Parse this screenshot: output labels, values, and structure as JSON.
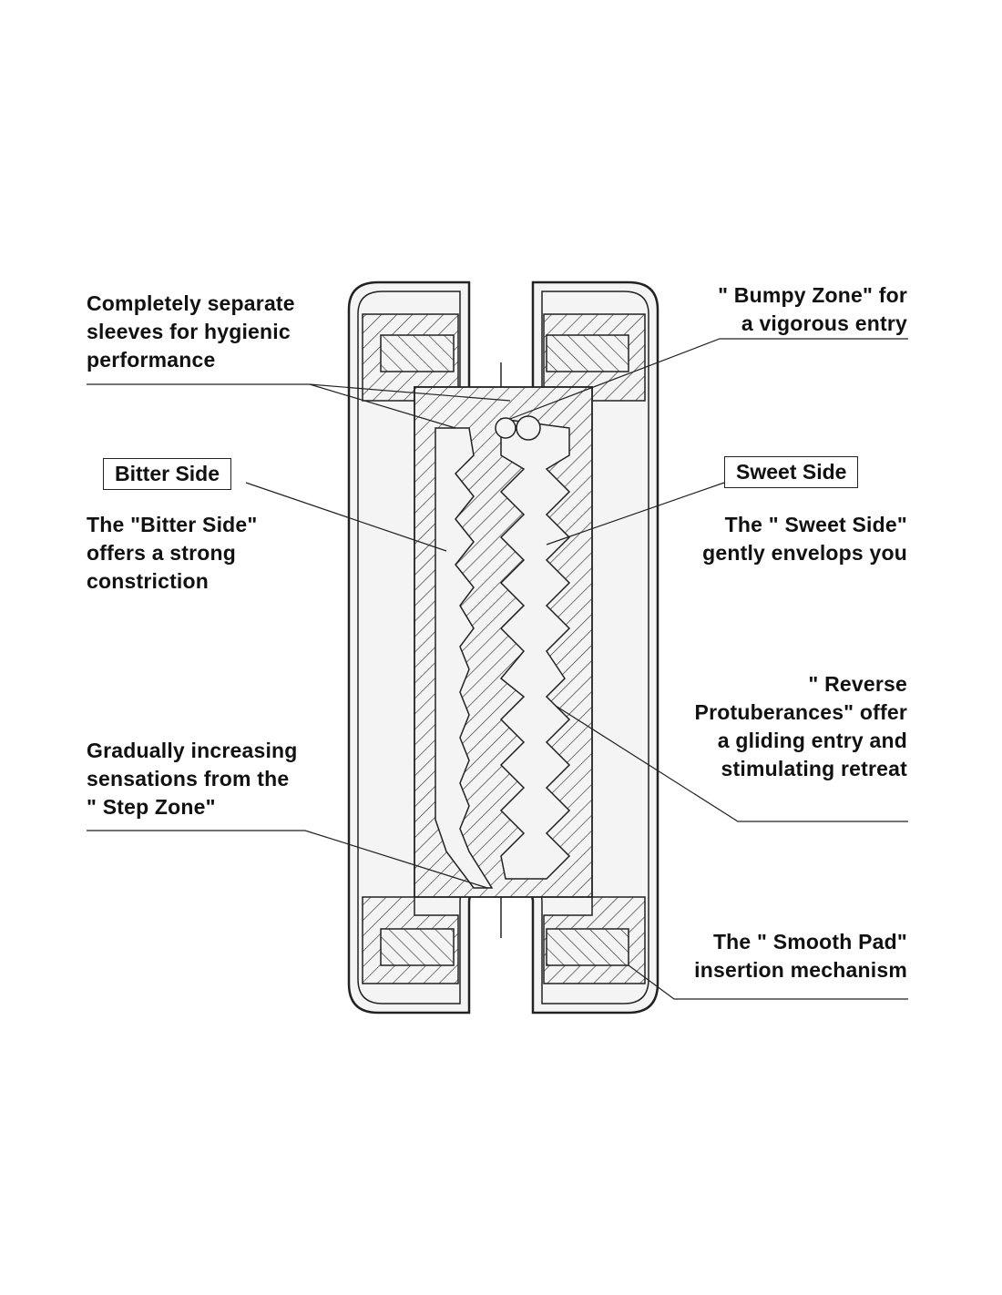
{
  "diagram": {
    "type": "technical cross-section",
    "side_labels": {
      "left": "Bitter Side",
      "right": "Sweet Side"
    },
    "callouts": [
      {
        "id": "sleeves",
        "lines": [
          "Completely separate",
          "sleeves for hygienic",
          "performance"
        ]
      },
      {
        "id": "bumpy-zone",
        "lines": [
          "\" Bumpy Zone\" for",
          "a vigorous entry"
        ]
      },
      {
        "id": "bitter-side-desc",
        "lines": [
          "The \"Bitter Side\"",
          "offers a strong",
          "constriction"
        ]
      },
      {
        "id": "sweet-side-desc",
        "lines": [
          "The \" Sweet Side\"",
          "gently envelops you"
        ]
      },
      {
        "id": "reverse-protuberances",
        "lines": [
          "\" Reverse",
          "Protuberances\" offer",
          "a gliding entry and",
          "stimulating retreat"
        ]
      },
      {
        "id": "step-zone",
        "lines": [
          "Gradually increasing",
          "sensations from the",
          "\" Step Zone\""
        ]
      },
      {
        "id": "smooth-pad",
        "lines": [
          "The \" Smooth Pad\"",
          "insertion mechanism"
        ]
      }
    ]
  },
  "colors": {
    "line": "#222222",
    "fill": "#f4f4f4",
    "background": "#ffffff"
  }
}
